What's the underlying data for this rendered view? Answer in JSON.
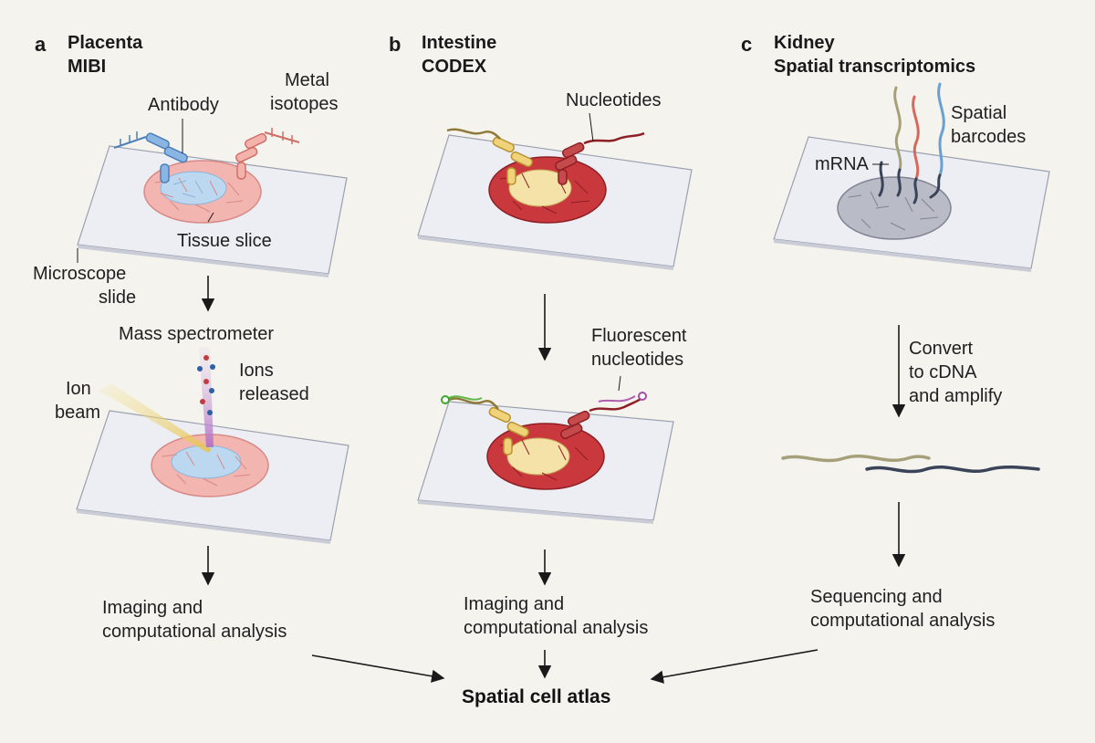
{
  "panels": [
    {
      "letter": "a",
      "title": "Placenta",
      "method": "MIBI"
    },
    {
      "letter": "b",
      "title": "Intestine",
      "method": "CODEX"
    },
    {
      "letter": "c",
      "title": "Kidney",
      "method": "Spatial transcriptomics"
    }
  ],
  "labels": {
    "antibody": "Antibody",
    "metal_isotopes_1": "Metal",
    "metal_isotopes_2": "isotopes",
    "tissue_slice": "Tissue slice",
    "microscope_slide_1": "Microscope",
    "microscope_slide_2": "slide",
    "mass_spectrometer": "Mass spectrometer",
    "ion_beam_1": "Ion",
    "ion_beam_2": "beam",
    "ions_released_1": "Ions",
    "ions_released_2": "released",
    "imaging_a_1": "Imaging and",
    "imaging_a_2": "computational analysis",
    "nucleotides": "Nucleotides",
    "fluorescent_1": "Fluorescent",
    "fluorescent_2": "nucleotides",
    "imaging_b_1": "Imaging and",
    "imaging_b_2": "computational analysis",
    "spatial_barcodes_1": "Spatial",
    "spatial_barcodes_2": "barcodes",
    "mrna": "mRNA",
    "convert_1": "Convert",
    "convert_2": "to cDNA",
    "convert_3": "and amplify",
    "sequencing_1": "Sequencing and",
    "sequencing_2": "computational analysis"
  },
  "final_label": "Spatial cell atlas",
  "colors": {
    "background": "#f4f3ee",
    "slide": "#eceef3",
    "placenta_outer": "#f2b5b0",
    "placenta_inner": "#bcd8f0",
    "intestine_outer": "#c8383c",
    "intestine_inner": "#f5e2a8",
    "kidney": "#b9bcc6",
    "antibody_blue": "#5b8fc9",
    "antibody_red": "#e0877f",
    "antibody_yellow": "#e8c560",
    "antibody_darkred": "#b0323a",
    "strand_olive": "#a6a07a",
    "strand_navy": "#3a4358",
    "strand_red": "#d46a5e",
    "strand_blue": "#6a9fd0"
  }
}
